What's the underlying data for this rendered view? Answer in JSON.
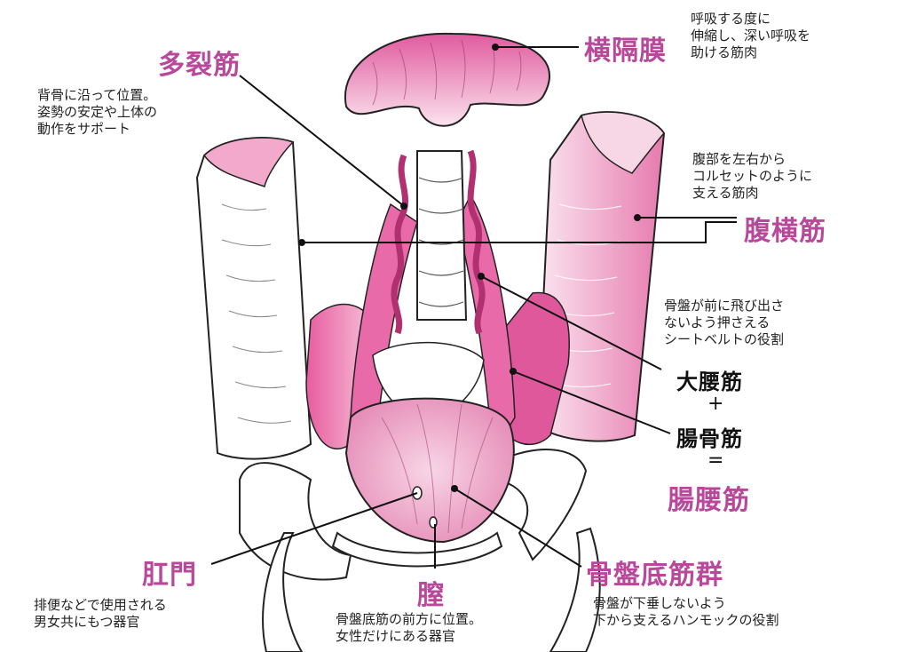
{
  "colors": {
    "label_pink": "#b8489a",
    "muscle_pink": "#e06aa6",
    "muscle_light": "#f6d3e4",
    "outline": "#222222"
  },
  "labels": {
    "diaphragm": "横隔膜",
    "multifidus": "多裂筋",
    "transversus": "腹横筋",
    "psoas": "大腰筋",
    "plus": "+",
    "iliacus": "腸骨筋",
    "equals": "=",
    "iliopsoas": "腸腰筋",
    "pelvic_floor": "骨盤底筋群",
    "anus": "肛門",
    "vagina": "膣"
  },
  "notes": {
    "diaphragm": "呼吸する度に\n伸縮し、深い呼吸を\n助ける筋肉",
    "multifidus": "背骨に沿って位置。\n姿勢の安定や上体の\n動作をサポート",
    "transversus": "腹部を左右から\nコルセットのように\n支える筋肉",
    "iliopsoas": "骨盤が前に飛び出さ\nないよう押さえる\nシートベルトの役割",
    "pelvic_floor": "骨盤が下垂しないよう\n下から支えるハンモックの役割",
    "anus": "排便などで使用される\n男女共にもつ器官",
    "vagina": "骨盤底筋の前方に位置。\n女性だけにある器官"
  }
}
